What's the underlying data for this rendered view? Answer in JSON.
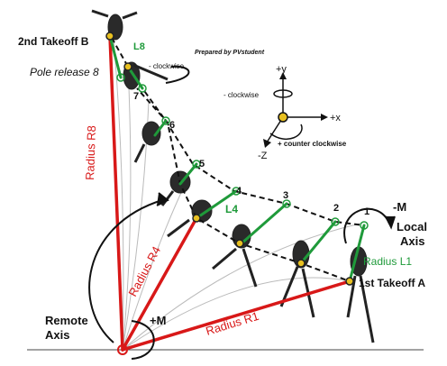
{
  "labels": {
    "second_takeoff": "2nd Takeoff B",
    "pole_release": "Pole release 8",
    "prepared_by": "Prepared by PVstudent",
    "clockwise_top": "- clockwise",
    "radius_r8": "Radius R8",
    "radius_r4": "Radius R4",
    "radius_r1": "Radius R1",
    "radius_l1": "Radius L1",
    "l8": "L8",
    "l4": "L4",
    "first_takeoff": "1st Takeoff A",
    "remote_axis_1": "Remote",
    "remote_axis_2": "Axis",
    "plus_m": "+M",
    "minus_m": "-M",
    "local_axis_1": "Local",
    "local_axis_2": "Axis",
    "pos_1": "1",
    "pos_2": "2",
    "pos_3": "3",
    "pos_4": "4",
    "pos_5": "5",
    "pos_6": "6",
    "pos_7": "7"
  },
  "axes_legend": {
    "plus_y": "+y",
    "plus_x": "+x",
    "minus_z": "-Z",
    "clockwise": "- clockwise",
    "counter_clockwise": "+ counter clockwise"
  },
  "colors": {
    "radius_lines": "#d81818",
    "local_lines": "#1f9a3a",
    "path_dashed": "#111111",
    "marker_fill": "#e8c020"
  },
  "icons": [
    "rotation-arrow-icon",
    "gymnast-figure-icon",
    "pivot-marker-icon"
  ]
}
